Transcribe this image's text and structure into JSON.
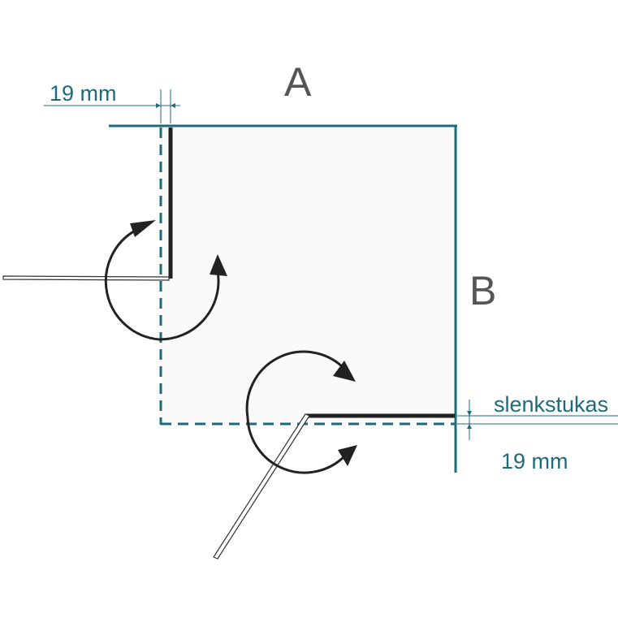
{
  "labels": {
    "wall_a": "A",
    "wall_b": "B",
    "gap_top": "19 mm",
    "threshold": "slenkstukas",
    "gap_bottom": "19 mm"
  },
  "colors": {
    "wall": "#1d6a7c",
    "door_line": "#222222",
    "arrow": "#222222",
    "text_dark": "#555555",
    "background": "#ffffff"
  }
}
